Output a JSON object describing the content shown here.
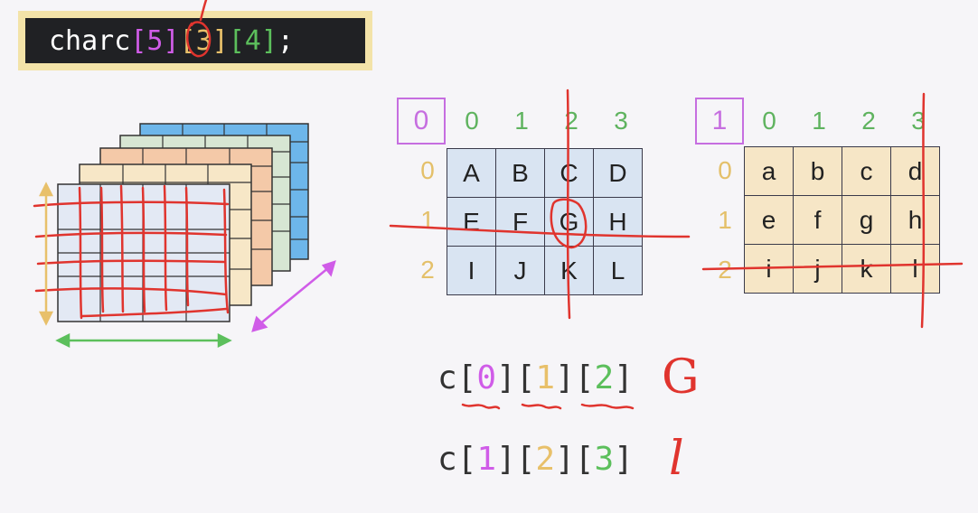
{
  "code": {
    "keyword": "char",
    "name": "c",
    "dims": [
      "5",
      "3",
      "4"
    ],
    "terminator": ";"
  },
  "layers": [
    {
      "index": "0",
      "col_labels": [
        "0",
        "1",
        "2",
        "3"
      ],
      "row_labels": [
        "0",
        "1",
        "2"
      ],
      "cells": [
        [
          "A",
          "B",
          "C",
          "D"
        ],
        [
          "E",
          "F",
          "G",
          "H"
        ],
        [
          "I",
          "J",
          "K",
          "L"
        ]
      ]
    },
    {
      "index": "1",
      "col_labels": [
        "0",
        "1",
        "2",
        "3"
      ],
      "row_labels": [
        "0",
        "1",
        "2"
      ],
      "cells": [
        [
          "a",
          "b",
          "c",
          "d"
        ],
        [
          "e",
          "f",
          "g",
          "h"
        ],
        [
          "i",
          "j",
          "k",
          "l"
        ]
      ]
    }
  ],
  "expressions": [
    {
      "name": "c",
      "indices": [
        "0",
        "1",
        "2"
      ],
      "result": "G"
    },
    {
      "name": "c",
      "indices": [
        "1",
        "2",
        "3"
      ],
      "result": "l"
    }
  ],
  "colors": {
    "layer": "#d05ce8",
    "row": "#e8c06a",
    "col": "#5cbf5c",
    "annotation": "#e0342e",
    "stack_layers": [
      "#6db6ea",
      "#d7e6d3",
      "#f4c9a8",
      "#f7e7c7",
      "#e3e9f4"
    ]
  }
}
